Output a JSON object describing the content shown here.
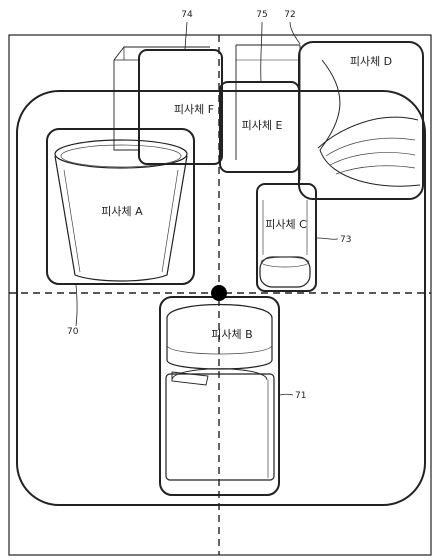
{
  "figure": {
    "subjects": {
      "A": "피사체 A",
      "B": "피사체 B",
      "C": "피사체 C",
      "D": "피사체 D",
      "E": "피사체 E",
      "F": "피사체 F"
    },
    "refs": {
      "r70": "70",
      "r71": "71",
      "r72": "72",
      "r73": "73",
      "r74": "74",
      "r75": "75"
    }
  }
}
